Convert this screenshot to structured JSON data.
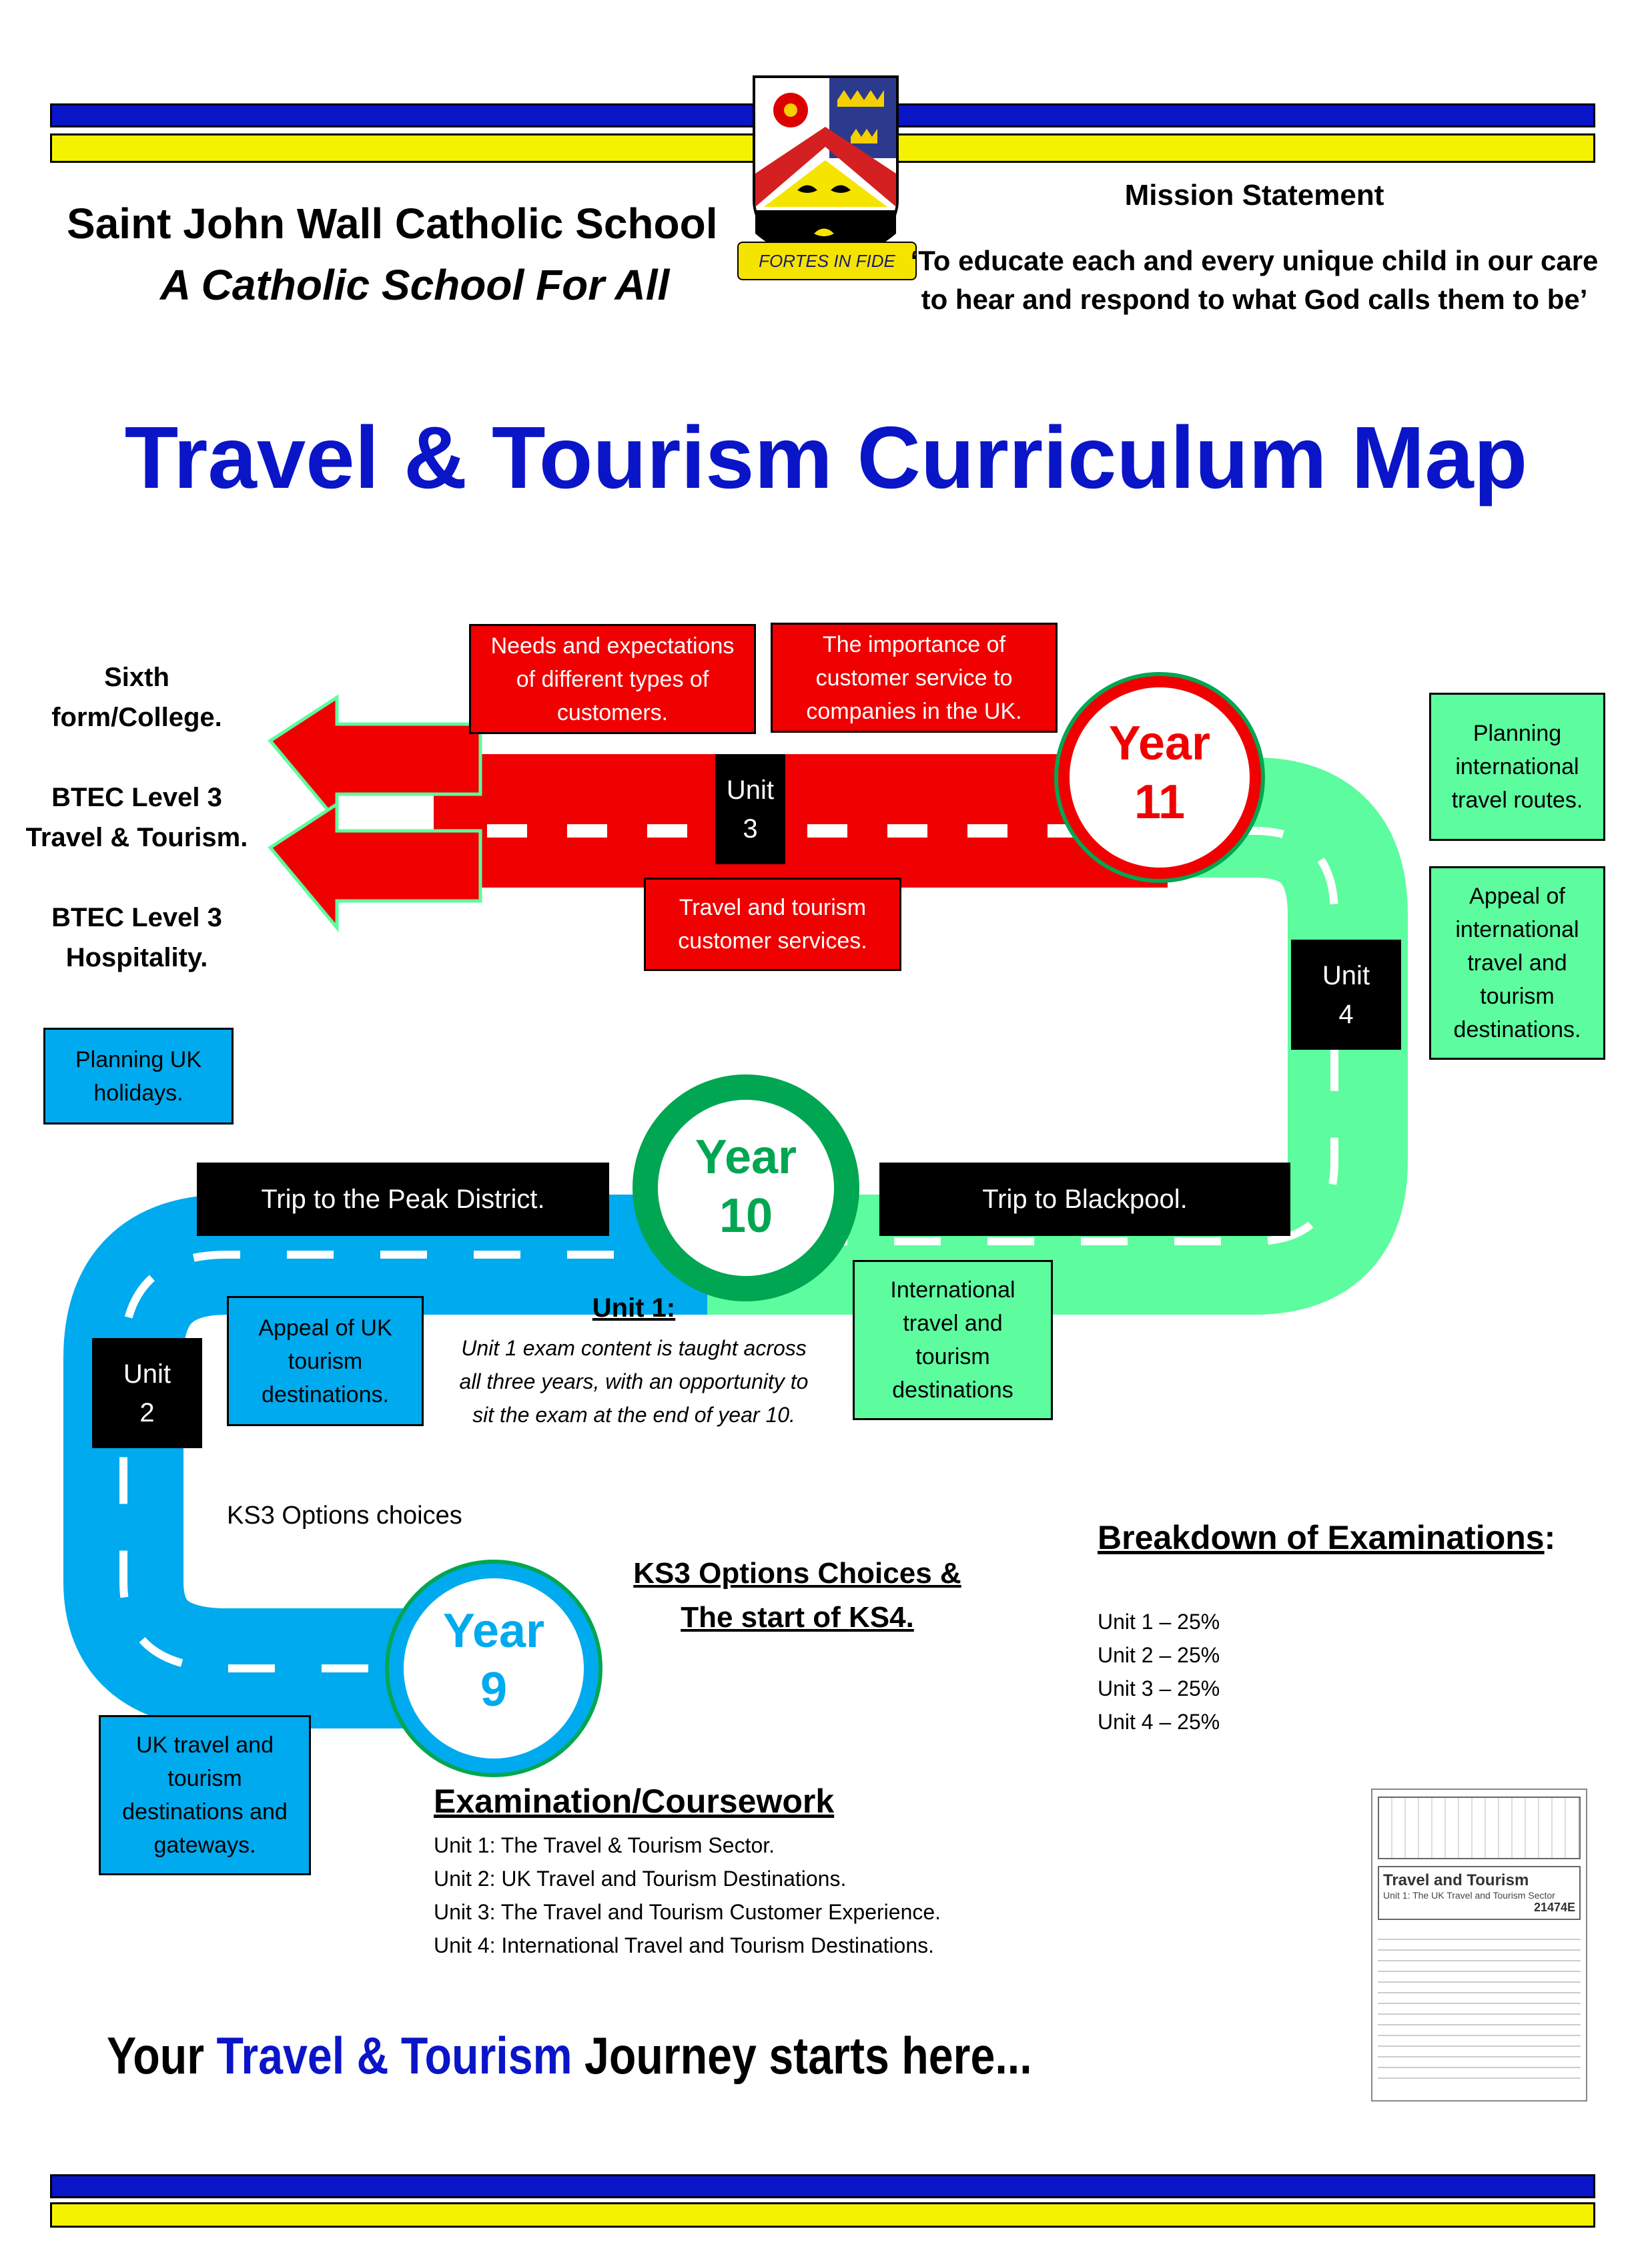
{
  "header": {
    "school_name": "Saint John Wall Catholic School",
    "school_motto": "A Catholic School For All",
    "crest_motto": "FORTES IN FIDE",
    "mission_title": "Mission Statement",
    "mission_line1": "‘To educate each and every unique child in our care",
    "mission_line2": "to hear and respond to what God calls them to be’"
  },
  "title": "Travel & Tourism Curriculum Map",
  "colors": {
    "band_blue": "#0a15c8",
    "band_yellow": "#f5f200",
    "road_red": "#f00000",
    "road_green": "#5dfc9f",
    "road_blue": "#00aaee",
    "year_circle_green": "#00a651"
  },
  "next_steps": {
    "line1": "Sixth",
    "line2": "form/College.",
    "line3": "BTEC Level 3",
    "line4": "Travel & Tourism.",
    "line5": "BTEC Level 3",
    "line6": "Hospitality."
  },
  "year11": {
    "year": "Year",
    "number": "11",
    "box_needs": "Needs and expectations of different types of customers.",
    "box_importance": "The importance of customer service to companies in the UK.",
    "box_services": "Travel and tourism customer services.",
    "unit3_label": "Unit",
    "unit3_number": "3"
  },
  "year10": {
    "year": "Year",
    "number": "10",
    "box_planning_routes": "Planning international travel routes.",
    "box_appeal_international": "Appeal of international travel and tourism destinations.",
    "box_international": "International travel and tourism destinations",
    "unit4_label": "Unit",
    "unit4_number": "4",
    "trip_peak": "Trip to the Peak District.",
    "trip_blackpool": "Trip to Blackpool."
  },
  "year9": {
    "year": "Year",
    "number": "9",
    "box_planning_uk": "Planning UK holidays.",
    "box_appeal_uk": "Appeal of UK tourism destinations.",
    "box_uk_travel": "UK travel and tourism destinations and gateways.",
    "unit2_label": "Unit",
    "unit2_number": "2",
    "ks3_options": "KS3 Options choices"
  },
  "unit1": {
    "title": "Unit 1:",
    "text": "Unit 1 exam content is taught across all three years, with an opportunity to sit the exam at the end of year 10."
  },
  "ks4": {
    "line1": "KS3 Options Choices &",
    "line2": "The start of KS4."
  },
  "breakdown": {
    "title": "Breakdown of Examinations",
    "colon": ":",
    "items": [
      "Unit 1 – 25%",
      "Unit 2 – 25%",
      "Unit 3 – 25%",
      "Unit 4 – 25%"
    ]
  },
  "exam": {
    "title": "Examination/Coursework",
    "items": [
      "Unit 1: The Travel & Tourism Sector.",
      "Unit 2: UK Travel and Tourism Destinations.",
      "Unit 3: The Travel and Tourism Customer Experience.",
      "Unit 4: International Travel and Tourism Destinations."
    ]
  },
  "paper_thumb": {
    "title": "Travel and Tourism",
    "subtitle": "Unit 1: The UK Travel and Tourism Sector",
    "code": "21474E"
  },
  "footer": {
    "part1": "Your ",
    "part2": "Travel & Tourism",
    "part3": " Journey starts here..."
  }
}
